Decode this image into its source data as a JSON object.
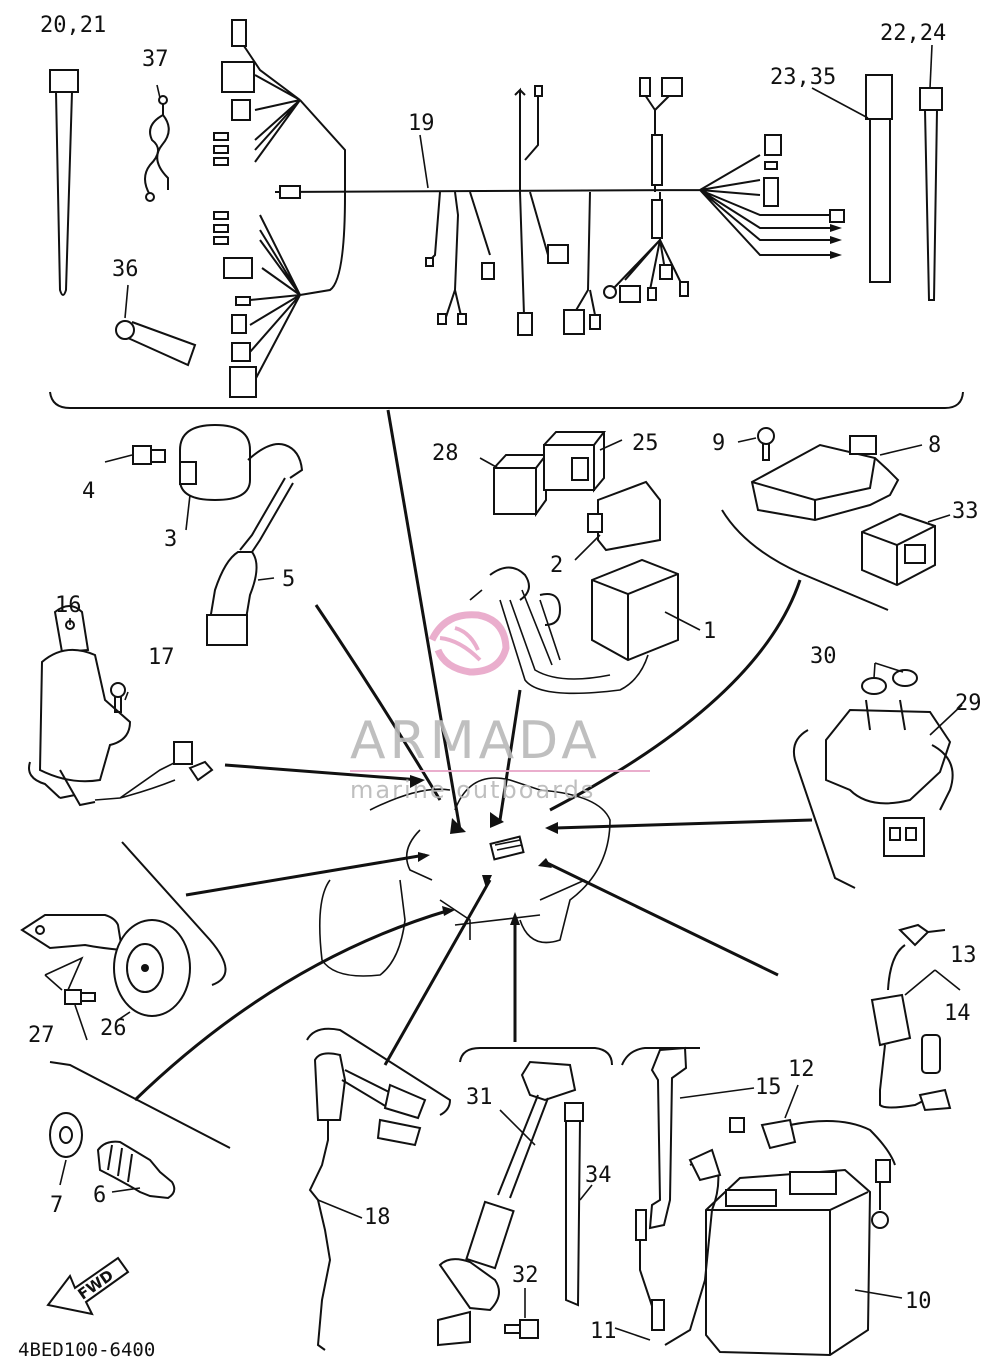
{
  "diagram_code": "4BED100-6400",
  "direction_label": "FWD",
  "watermark": {
    "brand": "ARMADA",
    "tagline": "marine outboards",
    "brand_color": "#e8a6c8"
  },
  "callouts": {
    "c1": "1",
    "c2": "2",
    "c3": "3",
    "c4": "4",
    "c5": "5",
    "c6": "6",
    "c7": "7",
    "c8": "8",
    "c9": "9",
    "c10": "10",
    "c11": "11",
    "c12": "12",
    "c13": "13",
    "c14": "14",
    "c15": "15",
    "c16": "16",
    "c17": "17",
    "c18": "18",
    "c19": "19",
    "c20_21": "20,21",
    "c22_24": "22,24",
    "c23_35": "23,35",
    "c25": "25",
    "c26": "26",
    "c27": "27",
    "c28": "28",
    "c29": "29",
    "c30": "30",
    "c31": "31",
    "c32": "32",
    "c33": "33",
    "c34": "34",
    "c36": "36",
    "c37": "37"
  }
}
